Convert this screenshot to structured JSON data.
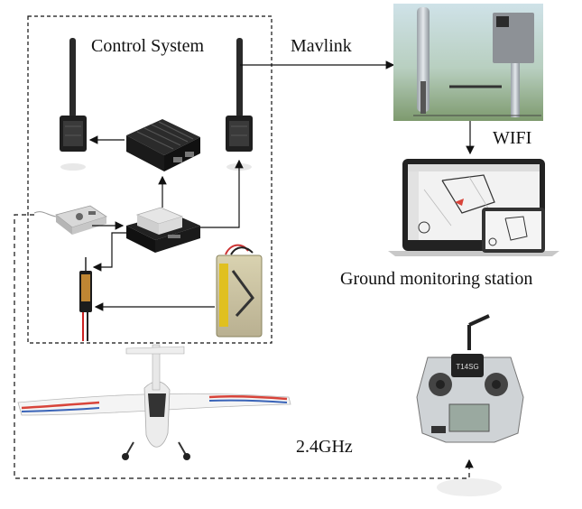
{
  "labels": {
    "control_system": "Control System",
    "mavlink": "Mavlink",
    "wifi": "WIFI",
    "ground_station": "Ground monitoring station",
    "frequency": "2.4GHz"
  },
  "devices": {
    "transmitter_model": "T14SG"
  },
  "colors": {
    "line": "#111111",
    "antenna": "#2a2a2a",
    "board": "#1f1f1f",
    "battery_yellow": "#e0c020",
    "plane_red": "#d8443a",
    "plane_blue": "#3a64b8",
    "screen_bg": "#f2f2f2"
  }
}
